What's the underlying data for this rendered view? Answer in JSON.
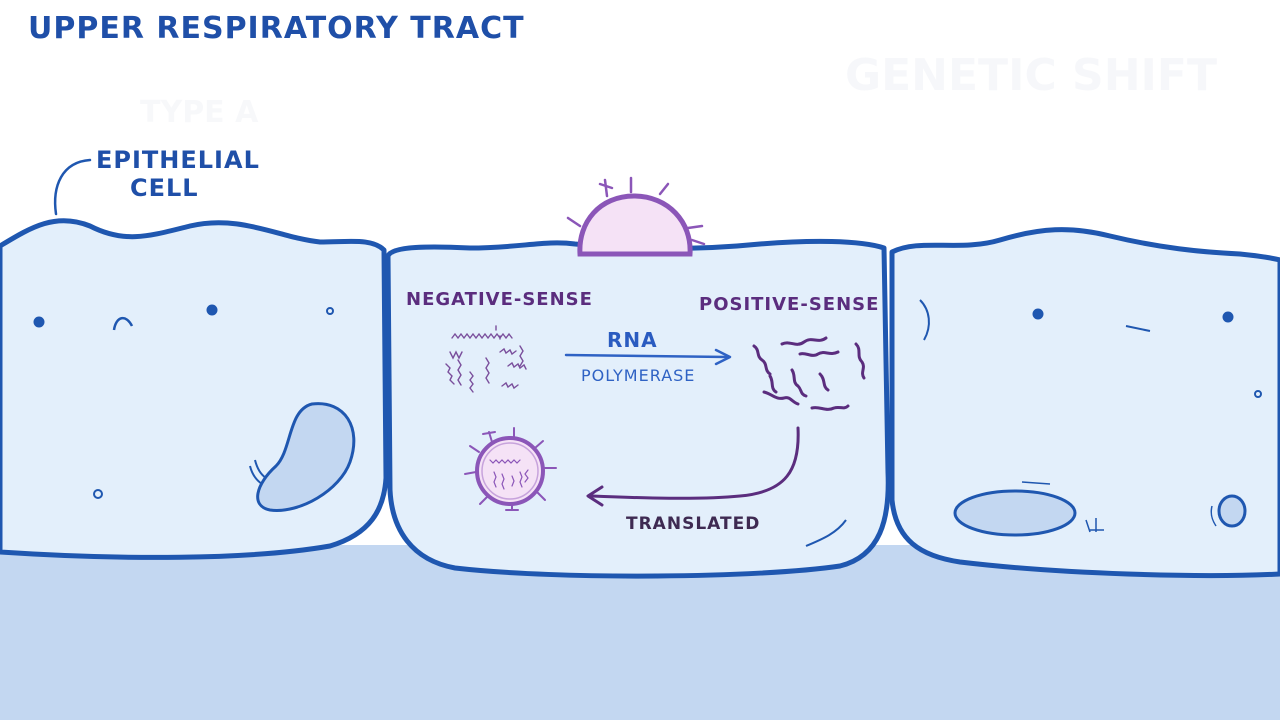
{
  "title": "UPPER RESPIRATORY TRACT",
  "label_epithelial_line1": "EPITHELIAL",
  "label_epithelial_line2": "CELL",
  "label_negative_sense": "NEGATIVE-SENSE",
  "label_positive_sense": "POSITIVE-SENSE",
  "label_rna": "RNA",
  "label_polymerase": "POLYMERASE",
  "label_translated": "TRANSLATED",
  "colors": {
    "outline": "#1f57b0",
    "cell_fill": "#e3effb",
    "lower_layer": "#c3d7f1",
    "virus_purple": "#8b56b8",
    "virus_fill": "#f5e2f6",
    "rna_purple": "#5b2d7e",
    "arrow_blue": "#2f62c4"
  },
  "icons": [
    "virus-icon",
    "rna-strands-icon",
    "nucleus-icon"
  ]
}
